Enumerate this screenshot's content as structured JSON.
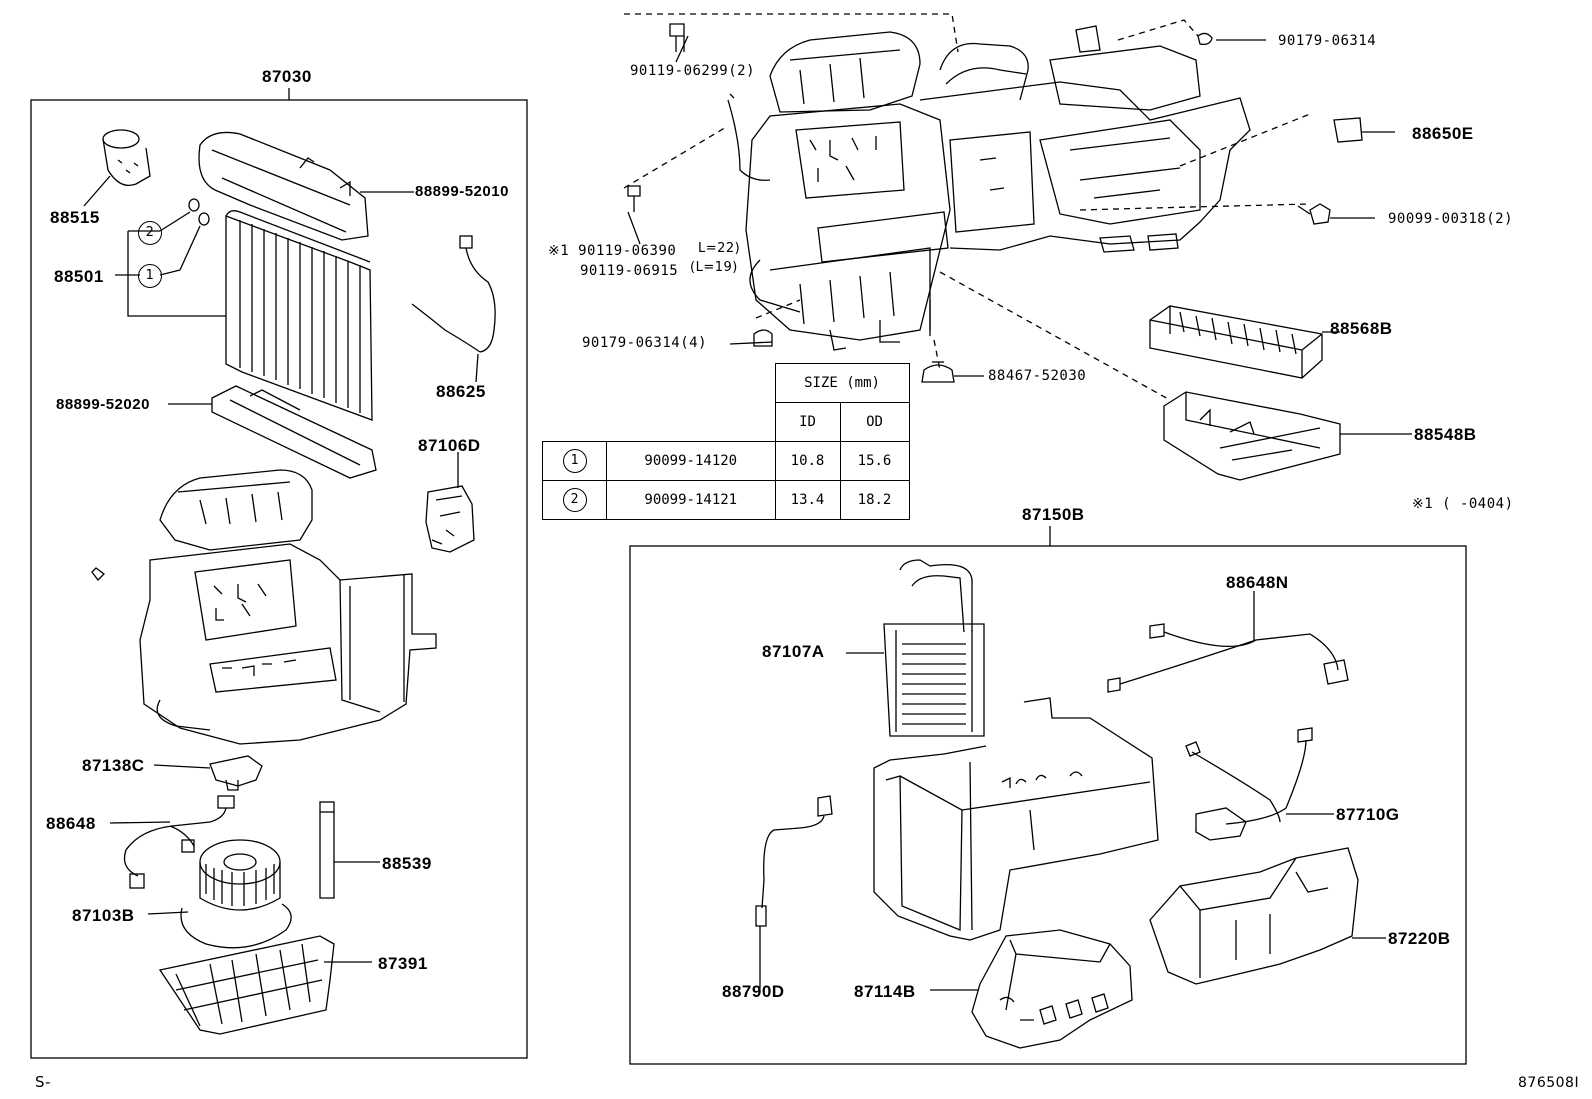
{
  "assembly_left": {
    "number": "87030"
  },
  "assembly_right": {
    "number": "87150B"
  },
  "left_parts": {
    "p88515": "88515",
    "p88501": "88501",
    "p88899_52010": "88899-52010",
    "p88625": "88625",
    "p88899_52020": "88899-52020",
    "p87106D": "87106D",
    "p87138C": "87138C",
    "p88648": "88648",
    "p88539": "88539",
    "p87103B": "87103B",
    "p87391": "87391",
    "c1": "1",
    "c2": "2"
  },
  "top_parts": {
    "p90119_06299": "90119-06299(2)",
    "p90179_06314a": "90179-06314",
    "p88650E": "88650E",
    "p90099_00318": "90099-00318(2)",
    "p90119_06390": "※1 90119-06390",
    "l22": "L=22)",
    "p90119_06915": "90119-06915",
    "l19": "(L=19)",
    "p90179_06314b": "90179-06314(4)",
    "p88568B": "88568B",
    "p88467_52030": "88467-52030",
    "p88548B": "88548B",
    "note": "※1 (      -0404)"
  },
  "size_table": {
    "header": "SIZE (mm)",
    "col_id": "ID",
    "col_od": "OD",
    "rows": [
      {
        "mark": "1",
        "part": "90099-14120",
        "id": "10.8",
        "od": "15.6"
      },
      {
        "mark": "2",
        "part": "90099-14121",
        "id": "13.4",
        "od": "18.2"
      }
    ]
  },
  "right_parts": {
    "p88648N": "88648N",
    "p87107A": "87107A",
    "p87710G": "87710G",
    "p88790D": "88790D",
    "p87114B": "87114B",
    "p87220B": "87220B"
  },
  "footer": {
    "left": "S-",
    "right": "876508I"
  }
}
